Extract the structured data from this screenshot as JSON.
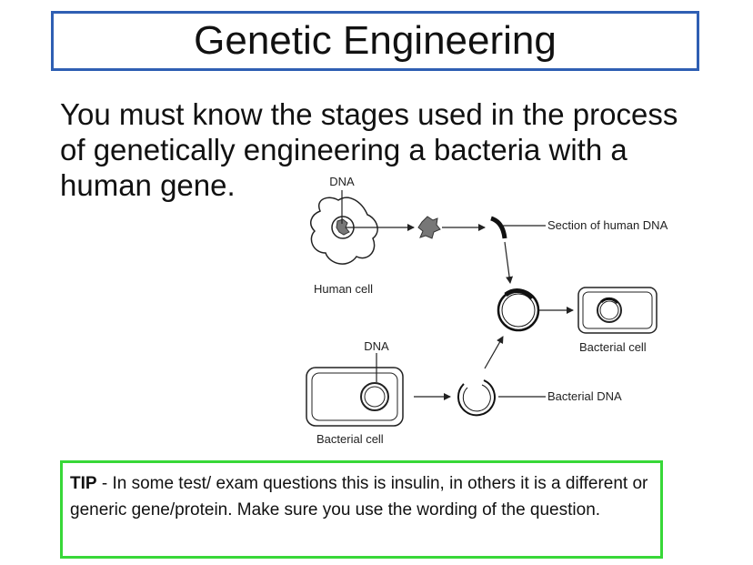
{
  "slide": {
    "title": "Genetic Engineering",
    "intro": "You must know the stages used in the process of genetically engineering a bacteria with a human gene."
  },
  "diagram": {
    "labels": {
      "dna_top": "DNA",
      "human_cell": "Human cell",
      "section_human_dna": "Section of human DNA",
      "bacterial_cell_right": "Bacterial cell",
      "dna_bottom": "DNA",
      "bacterial_dna": "Bacterial DNA",
      "bacterial_cell_bottom": "Bacterial cell"
    }
  },
  "tip": {
    "label": "TIP",
    "text": " - In some test/ exam questions this is insulin, in others it is a different or generic gene/protein. Make sure you use the wording of the question."
  }
}
